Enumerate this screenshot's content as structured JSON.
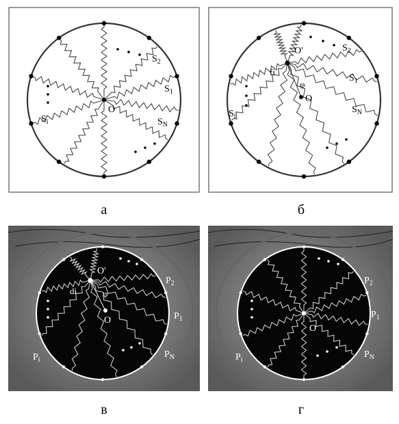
{
  "panels": [
    {
      "caption": "а",
      "center_label": "O",
      "spring_labels": [
        "S2",
        "S1",
        "SN",
        "Si"
      ],
      "subscripts": [
        "2",
        "1",
        "N",
        "i"
      ]
    },
    {
      "caption": "б",
      "center_label": "O",
      "offcenter_label": "O'",
      "angle_label": "φ",
      "distance_label": "fi",
      "spring_labels": [
        "S2",
        "S1",
        "SN",
        "Si"
      ],
      "subscripts": [
        "2",
        "1",
        "N",
        "i"
      ]
    },
    {
      "caption": "в",
      "center_label": "O",
      "offcenter_label": "O'",
      "angle_label": "φ",
      "distance_label": "di",
      "point_labels": [
        "P2",
        "P1",
        "PN",
        "Pi"
      ],
      "subscripts": [
        "2",
        "1",
        "N",
        "i"
      ]
    },
    {
      "caption": "г",
      "center_label": "O",
      "point_labels": [
        "P2",
        "P1",
        "PN",
        "Pi"
      ],
      "subscripts": [
        "2",
        "1",
        "N",
        "i"
      ]
    }
  ]
}
